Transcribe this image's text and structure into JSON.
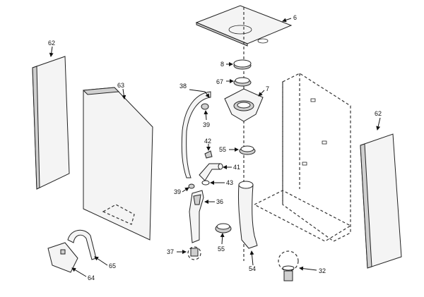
{
  "callouts": {
    "c6": "6",
    "c8": "8",
    "c67": "67",
    "c7": "7",
    "c38": "38",
    "c39a": "39",
    "c42": "42",
    "c55a": "55",
    "c41": "41",
    "c43": "43",
    "c39b": "39",
    "c36": "36",
    "c55b": "55",
    "c37": "37",
    "c54": "54",
    "c32": "32",
    "c62a": "62",
    "c62b": "62",
    "c63": "63",
    "c65": "65",
    "c64": "64"
  }
}
